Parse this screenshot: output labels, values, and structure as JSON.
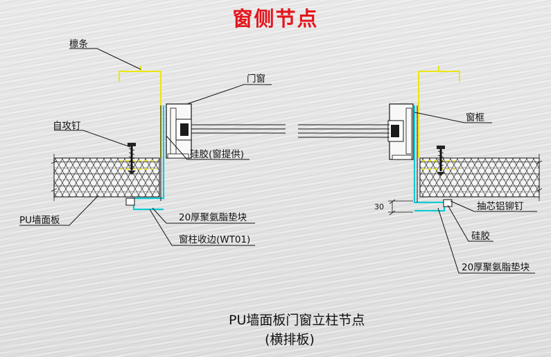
{
  "title": "窗侧节点",
  "labels": {
    "purlin": "檩条",
    "window": "门窗",
    "self_tapping_screw": "自攻钉",
    "sealant_window": "硅胶(窗提供)",
    "pu_foam_block_left": "20厚聚氨脂垫块",
    "pu_wall_panel": "PU墙面板",
    "window_post_trim": "窗柱收边(WT01)",
    "window_frame": "窗框",
    "blind_rivet": "抽芯铝铆钉",
    "sealant": "硅胶",
    "pu_foam_block_right": "20厚聚氨脂垫块",
    "dim_value": "30"
  },
  "caption": {
    "line1": "PU墙面板门窗立柱节点",
    "line2": "(横排板)"
  },
  "colors": {
    "title": "#e4141b",
    "trim": "#11c9d4",
    "purlin": "#ece611",
    "line": "#111111"
  }
}
